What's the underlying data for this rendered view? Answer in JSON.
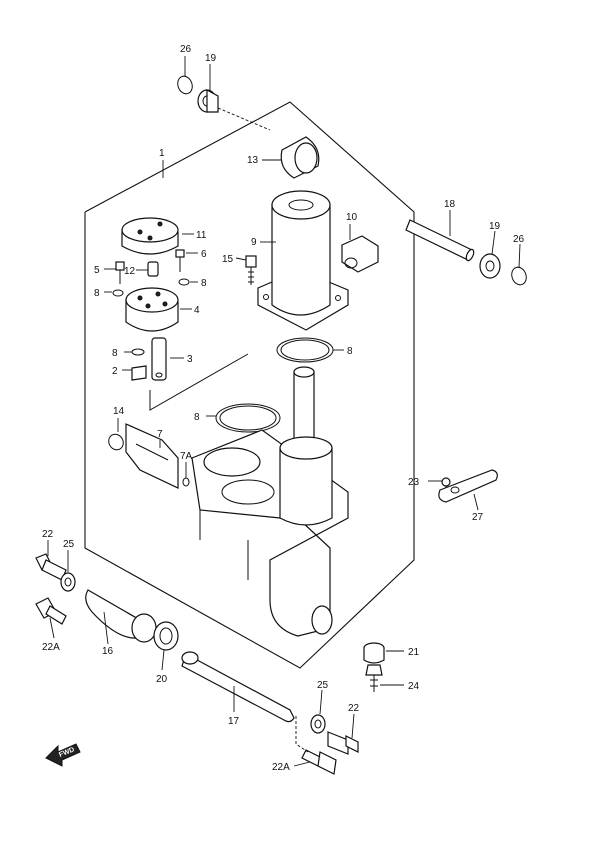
{
  "labels": {
    "l1": "1",
    "l2": "2",
    "l3": "3",
    "l4": "4",
    "l5": "5",
    "l6": "6",
    "l7": "7",
    "l7a": "7A",
    "l8a": "8",
    "l8b": "8",
    "l8c": "8",
    "l8d": "8",
    "l8e": "8",
    "l9": "9",
    "l10": "10",
    "l11": "11",
    "l12": "12",
    "l13": "13",
    "l14": "14",
    "l15": "15",
    "l16": "16",
    "l17": "17",
    "l18": "18",
    "l19a": "19",
    "l19b": "19",
    "l20": "20",
    "l21": "21",
    "l22a": "22",
    "l22b": "22",
    "l22A1": "22A",
    "l22A2": "22A",
    "l23": "23",
    "l24": "24",
    "l25a": "25",
    "l25b": "25",
    "l26a": "26",
    "l26b": "26",
    "l27": "27"
  },
  "fwd_marker": "FWD"
}
